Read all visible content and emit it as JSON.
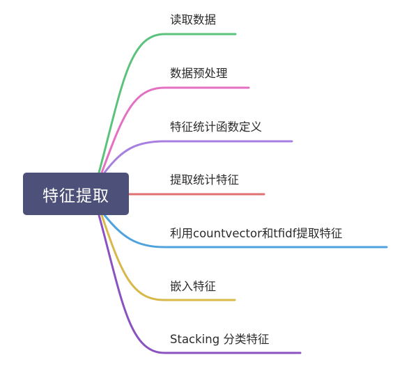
{
  "root": {
    "label": "特征提取",
    "color": "#4d5078"
  },
  "branches": [
    {
      "label": "读取数据",
      "color": "#5ac27a"
    },
    {
      "label": "数据预处理",
      "color": "#e46fc3"
    },
    {
      "label": "特征统计函数定义",
      "color": "#a77fe0"
    },
    {
      "label": "提取统计特征",
      "color": "#e07070"
    },
    {
      "label": "利用countvector和tfidf提取特征",
      "color": "#4ea2dd"
    },
    {
      "label": "嵌入特征",
      "color": "#d9b84a"
    },
    {
      "label": "Stacking 分类特征",
      "color": "#8a52c0"
    }
  ]
}
